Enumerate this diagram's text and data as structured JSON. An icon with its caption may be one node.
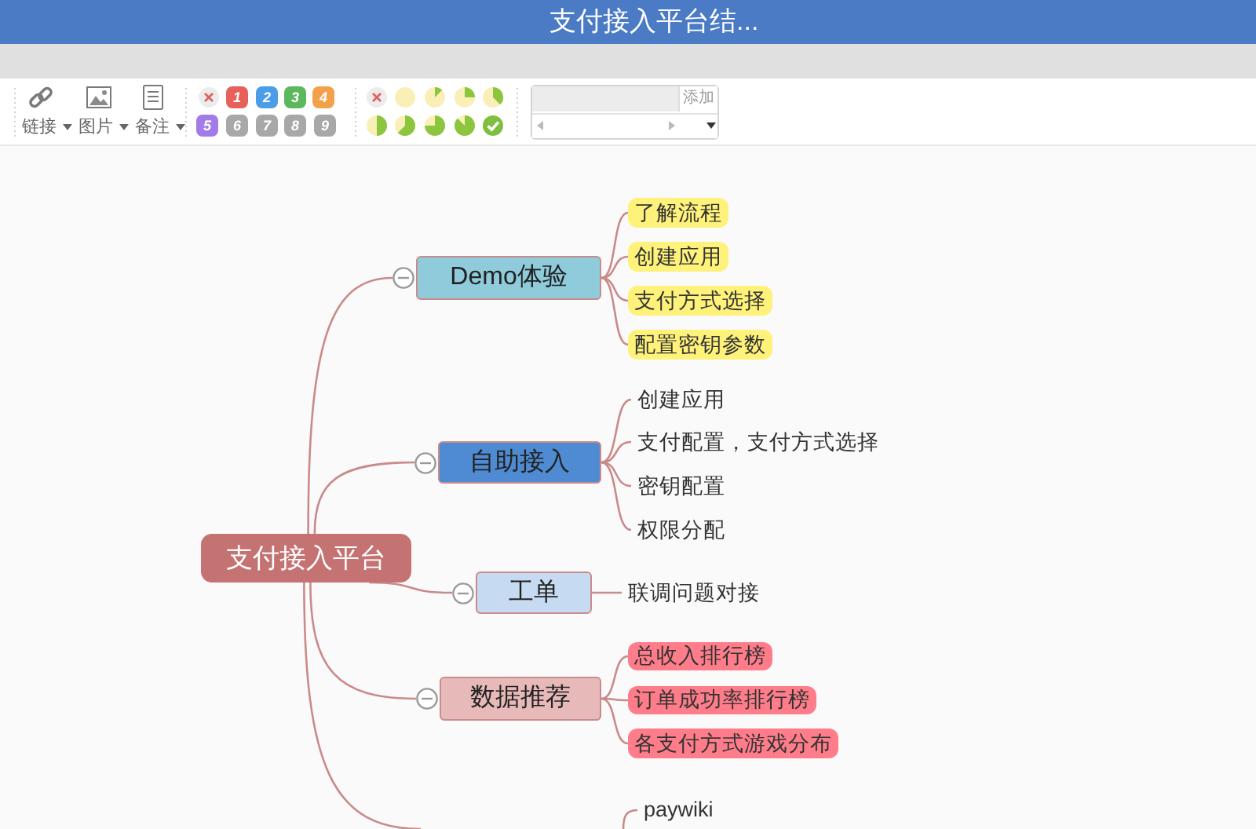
{
  "diagram": {
    "title": "支付接入平台结...",
    "nodes": [
      {
        "text": [
          "支付接入平台"
        ]
      },
      {
        "text": [
          "Demo体验"
        ]
      },
      {
        "text": [
          "了解流程"
        ]
      },
      {
        "text": [
          "创建应用"
        ]
      },
      {
        "text": [
          "支付方式选择"
        ]
      },
      {
        "text": [
          "配置密钥参数"
        ]
      },
      {
        "text": [
          "自助接入"
        ]
      },
      {
        "text": [
          "创建应用"
        ]
      },
      {
        "text": [
          "支付配置，支付方式选择"
        ]
      },
      {
        "text": [
          "密钥配置"
        ]
      },
      {
        "text": [
          "权限分配"
        ]
      },
      {
        "text": [
          "工单"
        ]
      },
      {
        "text": [
          "联调问题对接"
        ]
      },
      {
        "text": [
          "数据推荐"
        ]
      },
      {
        "text": [
          "总收入排行榜"
        ]
      },
      {
        "text": [
          "订单成功率排行榜"
        ]
      },
      {
        "text": [
          "各支付方式游戏分布"
        ]
      },
      {
        "text": [
          "paywiki"
        ]
      }
    ],
    "edges": [
      {
        "from": 0,
        "to": 1,
        "arrow": "none"
      },
      {
        "from": 0,
        "to": 6,
        "arrow": "none"
      },
      {
        "from": 0,
        "to": 11,
        "arrow": "none"
      },
      {
        "from": 0,
        "to": 13,
        "arrow": "none"
      },
      {
        "from": 0,
        "to": null,
        "arrow": "none"
      },
      {
        "from": 1,
        "to": 2,
        "arrow": "none"
      },
      {
        "from": 1,
        "to": 3,
        "arrow": "none"
      },
      {
        "from": 1,
        "to": 4,
        "arrow": "none"
      },
      {
        "from": 1,
        "to": 5,
        "arrow": "none"
      },
      {
        "from": 6,
        "to": 7,
        "arrow": "none"
      },
      {
        "from": 6,
        "to": 8,
        "arrow": "none"
      },
      {
        "from": 6,
        "to": 9,
        "arrow": "none"
      },
      {
        "from": 6,
        "to": 10,
        "arrow": "none"
      },
      {
        "from": 11,
        "to": 12,
        "arrow": "none"
      },
      {
        "from": 13,
        "to": 14,
        "arrow": "none"
      },
      {
        "from": 13,
        "to": 15,
        "arrow": "none"
      },
      {
        "from": 13,
        "to": 16,
        "arrow": "none"
      },
      {
        "from": null,
        "to": 17,
        "arrow": "none"
      }
    ],
    "labels": [
      "链接",
      "图片",
      "备注",
      "1",
      "2",
      "3",
      "4",
      "5",
      "6",
      "7",
      "8",
      "9",
      "添加"
    ]
  }
}
